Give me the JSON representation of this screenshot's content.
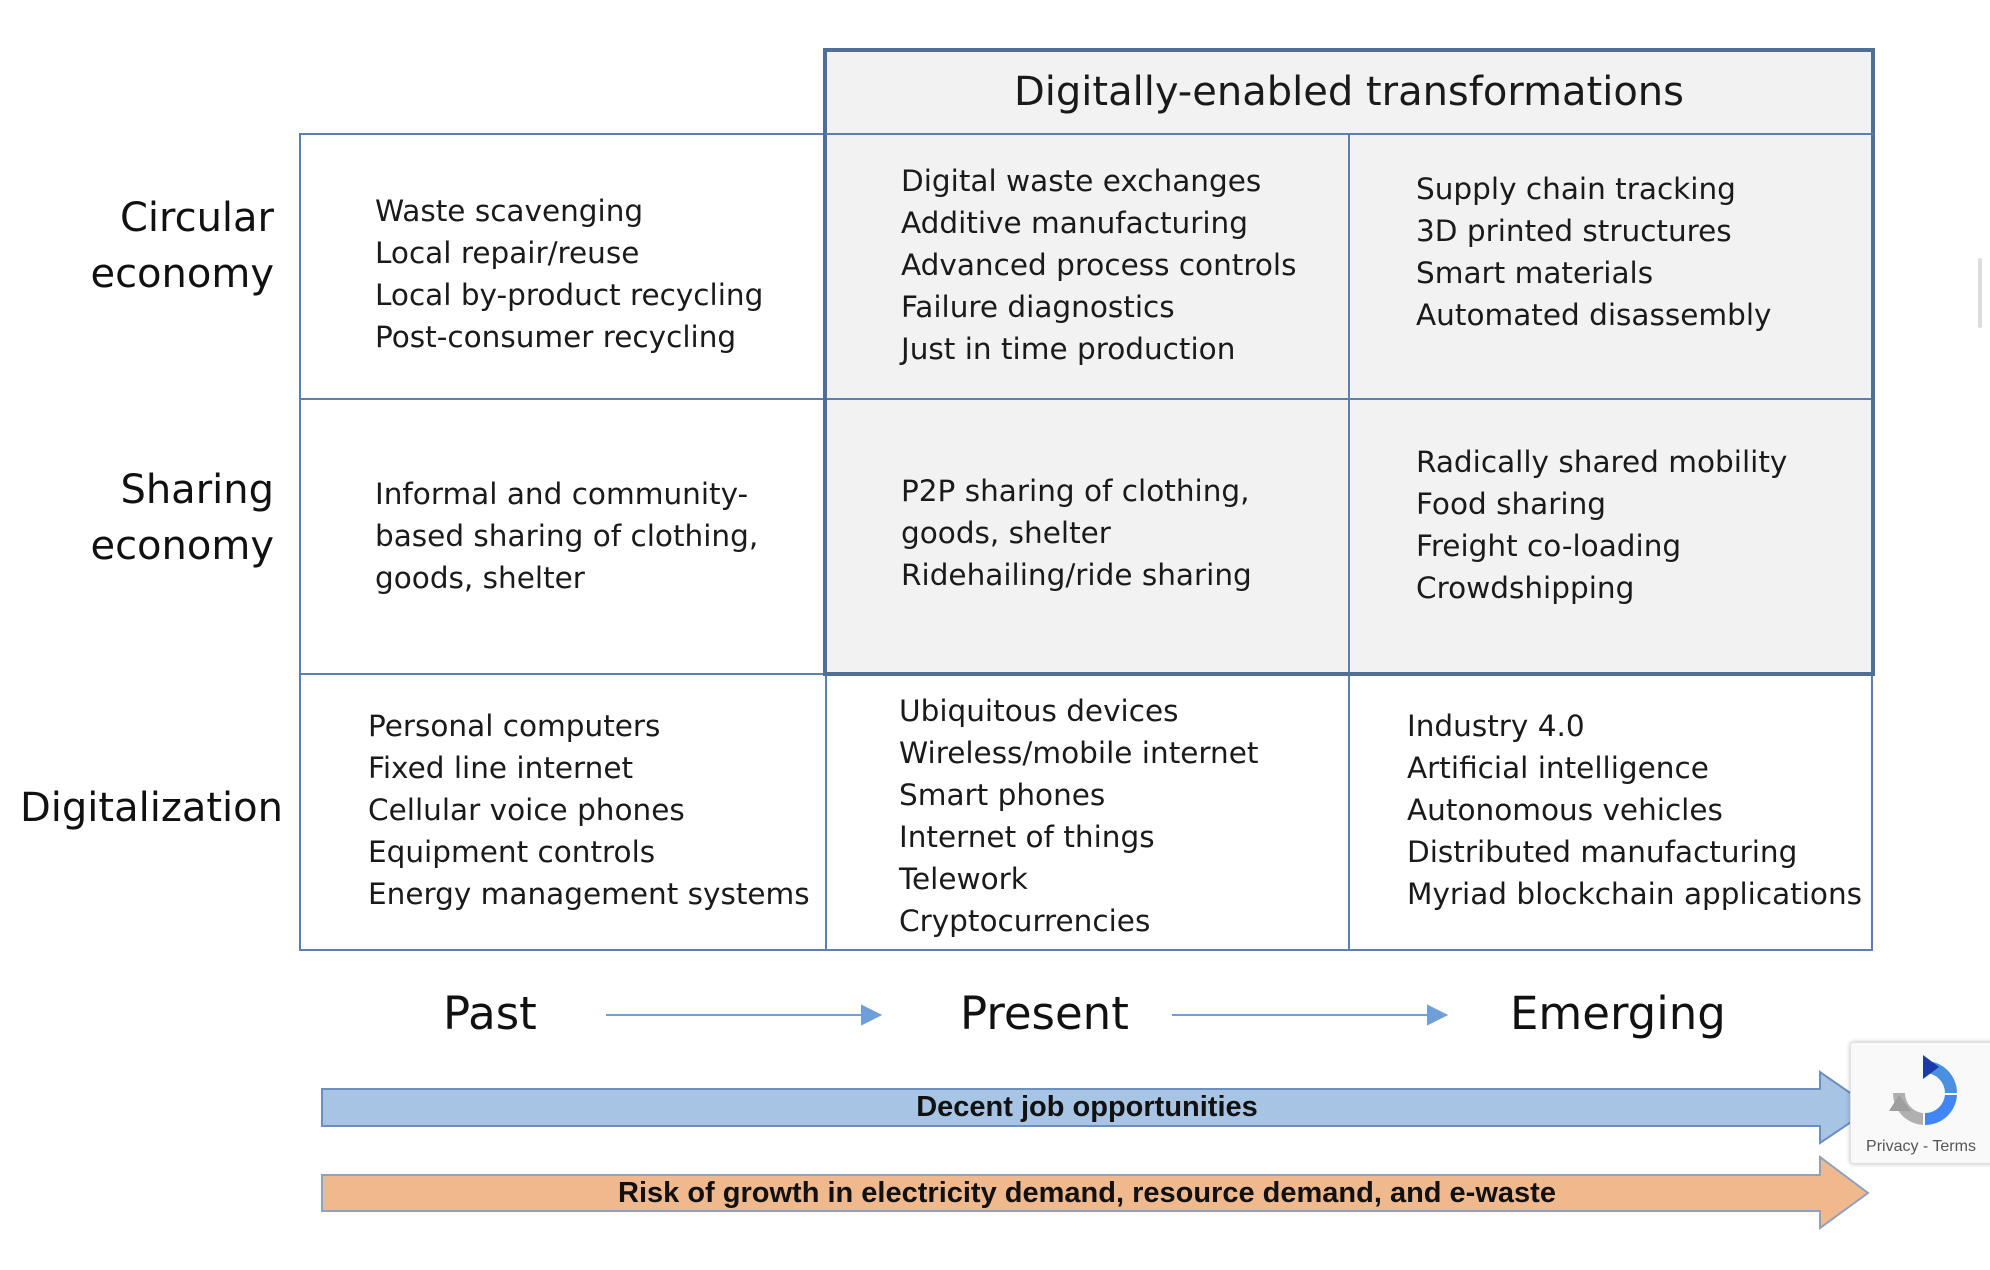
{
  "header": {
    "title": "Digitally-enabled transformations"
  },
  "rows": [
    {
      "label": "Circular\neconomy"
    },
    {
      "label": "Sharing\neconomy"
    },
    {
      "label": "Digitalization"
    }
  ],
  "cells": {
    "circular_past": [
      "Waste scavenging",
      "Local repair/reuse",
      "Local by-product recycling",
      "Post-consumer recycling"
    ],
    "circular_present": [
      "Digital waste exchanges",
      "Additive manufacturing",
      "Advanced process controls",
      "Failure diagnostics",
      "Just in time production"
    ],
    "circular_emerging": [
      "Supply chain tracking",
      "3D printed structures",
      "Smart materials",
      "Automated disassembly"
    ],
    "sharing_past": [
      "Informal and community-",
      "based sharing of clothing,",
      "goods, shelter"
    ],
    "sharing_present": [
      "P2P sharing of clothing,",
      "goods, shelter",
      "Ridehailing/ride sharing"
    ],
    "sharing_emerging": [
      "Radically shared mobility",
      "Food sharing",
      "Freight co-loading",
      "Crowdshipping"
    ],
    "digital_past": [
      "Personal computers",
      "Fixed line internet",
      "Cellular voice phones",
      "Equipment controls",
      "Energy management systems"
    ],
    "digital_present": [
      "Ubiquitous devices",
      "Wireless/mobile internet",
      "Smart phones",
      "Internet of things",
      "Telework",
      "Cryptocurrencies"
    ],
    "digital_emerging": [
      "Industry 4.0",
      "Artificial intelligence",
      "Autonomous vehicles",
      "Distributed manufacturing",
      "Myriad blockchain applications"
    ]
  },
  "timeline": {
    "past": "Past",
    "present": "Present",
    "emerging": "Emerging"
  },
  "bands": {
    "jobs": "Decent job opportunities",
    "risk": "Risk of growth in electricity demand, resource demand, and e-waste"
  },
  "recaptcha": {
    "privacy": "Privacy",
    "separator": "-",
    "terms": "Terms"
  },
  "colors": {
    "grid_line": "#5b80b0",
    "shaded": "#f2f2f2",
    "arrow_blue": "#a7c4e4",
    "arrow_blue_border": "#6b8fbf",
    "arrow_orange": "#efb98d",
    "arrow_orange_border": "#8fa1bd",
    "timeline_arrow": "#6f9fd8"
  }
}
